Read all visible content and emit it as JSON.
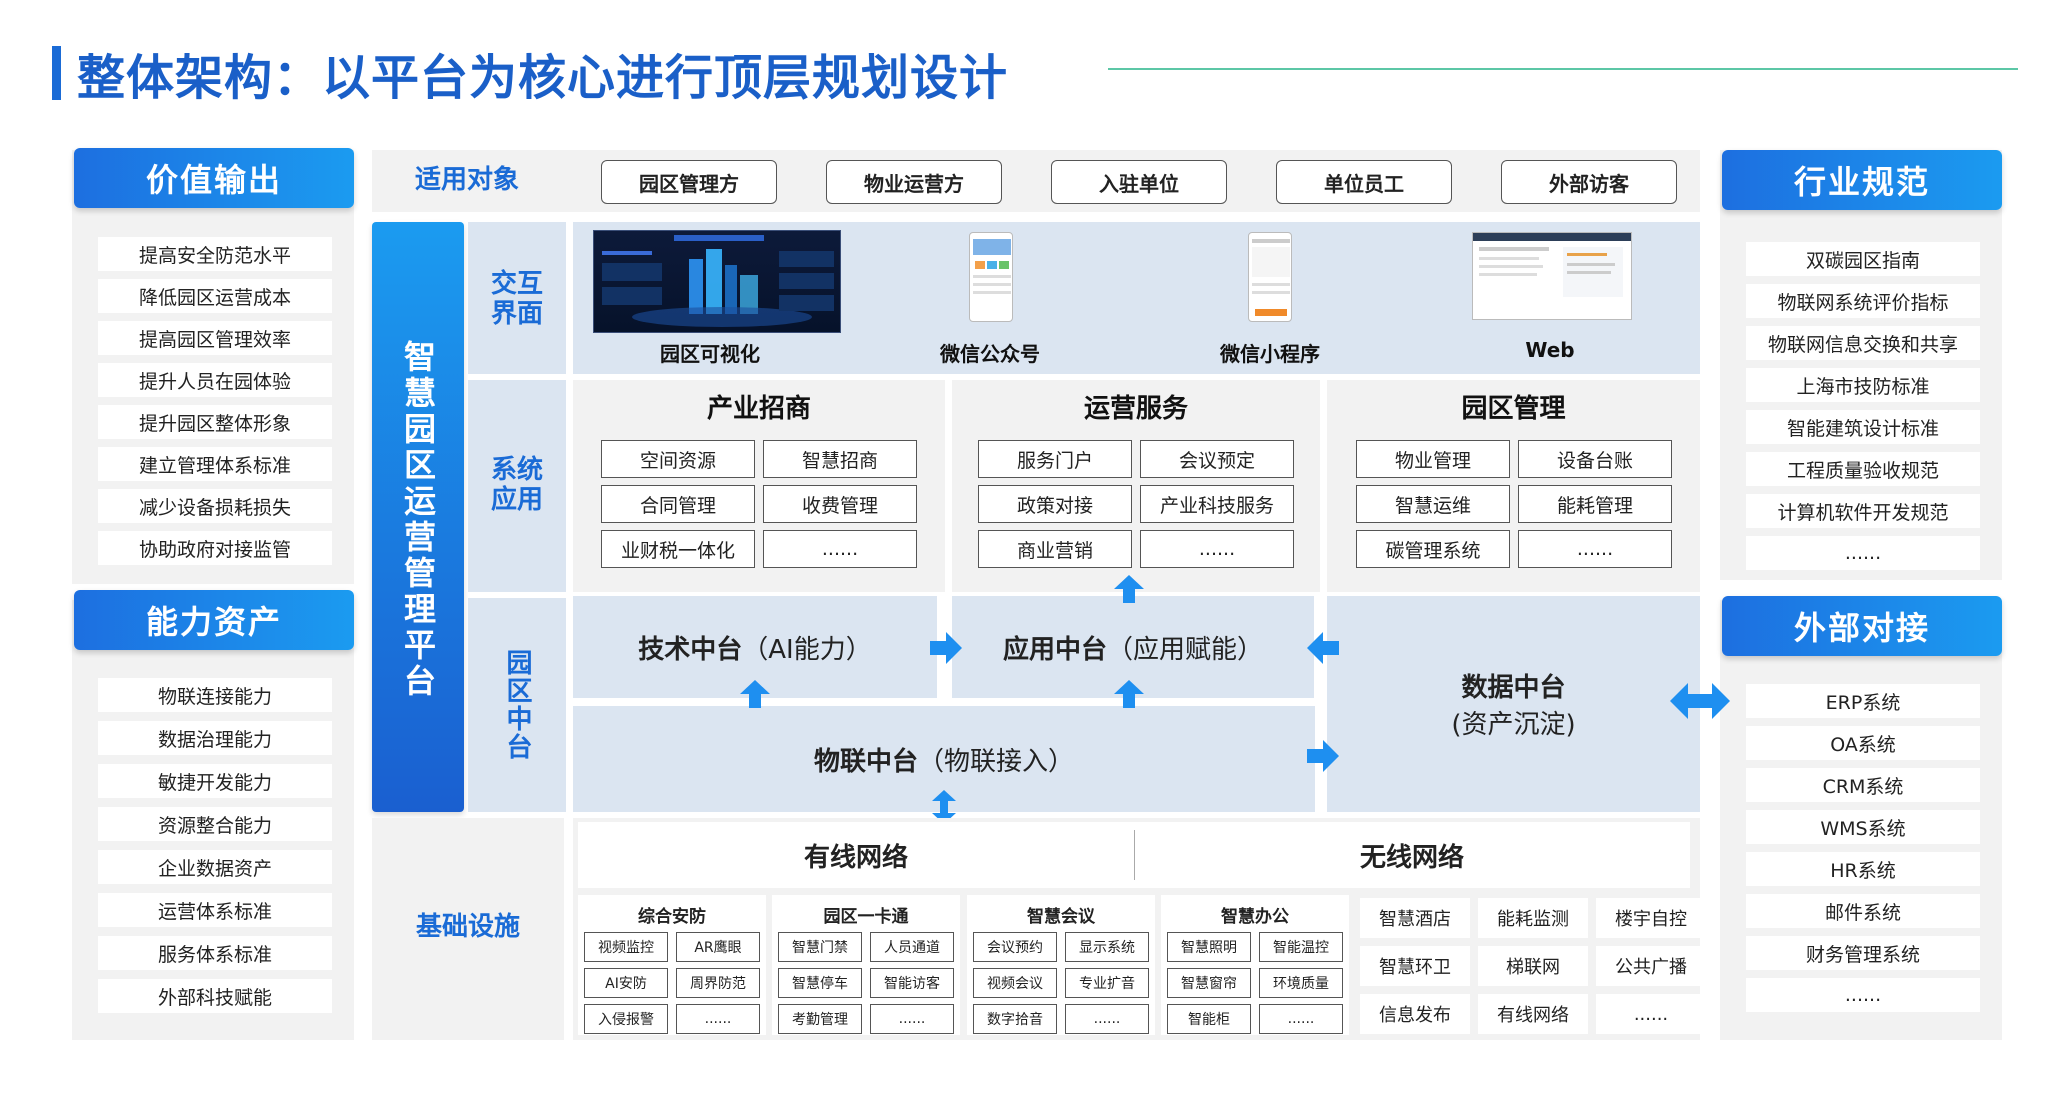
{
  "title": "整体架构：以平台为核心进行顶层规划设计",
  "colors": {
    "accent": "#1a6bd6",
    "arrow": "#1e8ff0",
    "panel": "#f2f2f2",
    "band": "#dbe5f1",
    "line": "#5cc7a6"
  },
  "left": {
    "value_header": "价值输出",
    "value_items": [
      "提高安全防范水平",
      "降低园区运营成本",
      "提高园区管理效率",
      "提升人员在园体验",
      "提升园区整体形象",
      "建立管理体系标准",
      "减少设备损耗损失",
      "协助政府对接监管"
    ],
    "capability_header": "能力资产",
    "capability_items": [
      "物联连接能力",
      "数据治理能力",
      "敏捷开发能力",
      "资源整合能力",
      "企业数据资产",
      "运营体系标准",
      "服务体系标准",
      "外部科技赋能"
    ]
  },
  "right": {
    "norms_header": "行业规范",
    "norms_items": [
      "双碳园区指南",
      "物联网系统评价指标",
      "物联网信息交换和共享",
      "上海市技防标准",
      "智能建筑设计标准",
      "工程质量验收规范",
      "计算机软件开发规范",
      "......"
    ],
    "external_header": "外部对接",
    "external_items": [
      "ERP系统",
      "OA系统",
      "CRM系统",
      "WMS系统",
      "HR系统",
      "邮件系统",
      "财务管理系统",
      "......"
    ]
  },
  "center": {
    "target_label": "适用对象",
    "targets": [
      "园区管理方",
      "物业运营方",
      "入驻单位",
      "单位员工",
      "外部访客"
    ],
    "platform_label": "智慧园区运营管理平台",
    "interaction_label": "交互界面",
    "screens": [
      "园区可视化",
      "微信公众号",
      "微信小程序",
      "Web"
    ],
    "system_label": "系统应用",
    "apps": [
      {
        "title": "产业招商",
        "items": [
          "空间资源",
          "智慧招商",
          "合同管理",
          "收费管理",
          "业财税一体化",
          "......"
        ]
      },
      {
        "title": "运营服务",
        "items": [
          "服务门户",
          "会议预定",
          "政策对接",
          "产业科技服务",
          "商业营销",
          "......"
        ]
      },
      {
        "title": "园区管理",
        "items": [
          "物业管理",
          "设备台账",
          "智慧运维",
          "能耗管理",
          "碳管理系统",
          "......"
        ]
      }
    ],
    "middle_label": "园区中台",
    "tech_main": "技术中台",
    "tech_sub": "（AI能力）",
    "app_main": "应用中台",
    "app_sub": "（应用赋能）",
    "iot_main": "物联中台",
    "iot_sub": "（物联接入）",
    "data_main": "数据中台",
    "data_sub": "(资产沉淀)",
    "infra_label": "基础设施",
    "wired": "有线网络",
    "wireless": "无线网络",
    "infra_groups": [
      {
        "title": "综合安防",
        "items": [
          "视频监控",
          "AR鹰眼",
          "AI安防",
          "周界防范",
          "入侵报警",
          "......"
        ]
      },
      {
        "title": "园区一卡通",
        "items": [
          "智慧门禁",
          "人员通道",
          "智慧停车",
          "智能访客",
          "考勤管理",
          "......"
        ]
      },
      {
        "title": "智慧会议",
        "items": [
          "会议预约",
          "显示系统",
          "视频会议",
          "专业扩音",
          "数字拾音",
          "......"
        ]
      },
      {
        "title": "智慧办公",
        "items": [
          "智慧照明",
          "智能温控",
          "智慧窗帘",
          "环境质量",
          "智能柜",
          "......"
        ]
      }
    ],
    "infra_extra": [
      "智慧酒店",
      "能耗监测",
      "楼宇自控",
      "智慧环卫",
      "梯联网",
      "公共广播",
      "信息发布",
      "有线网络",
      "......"
    ]
  }
}
